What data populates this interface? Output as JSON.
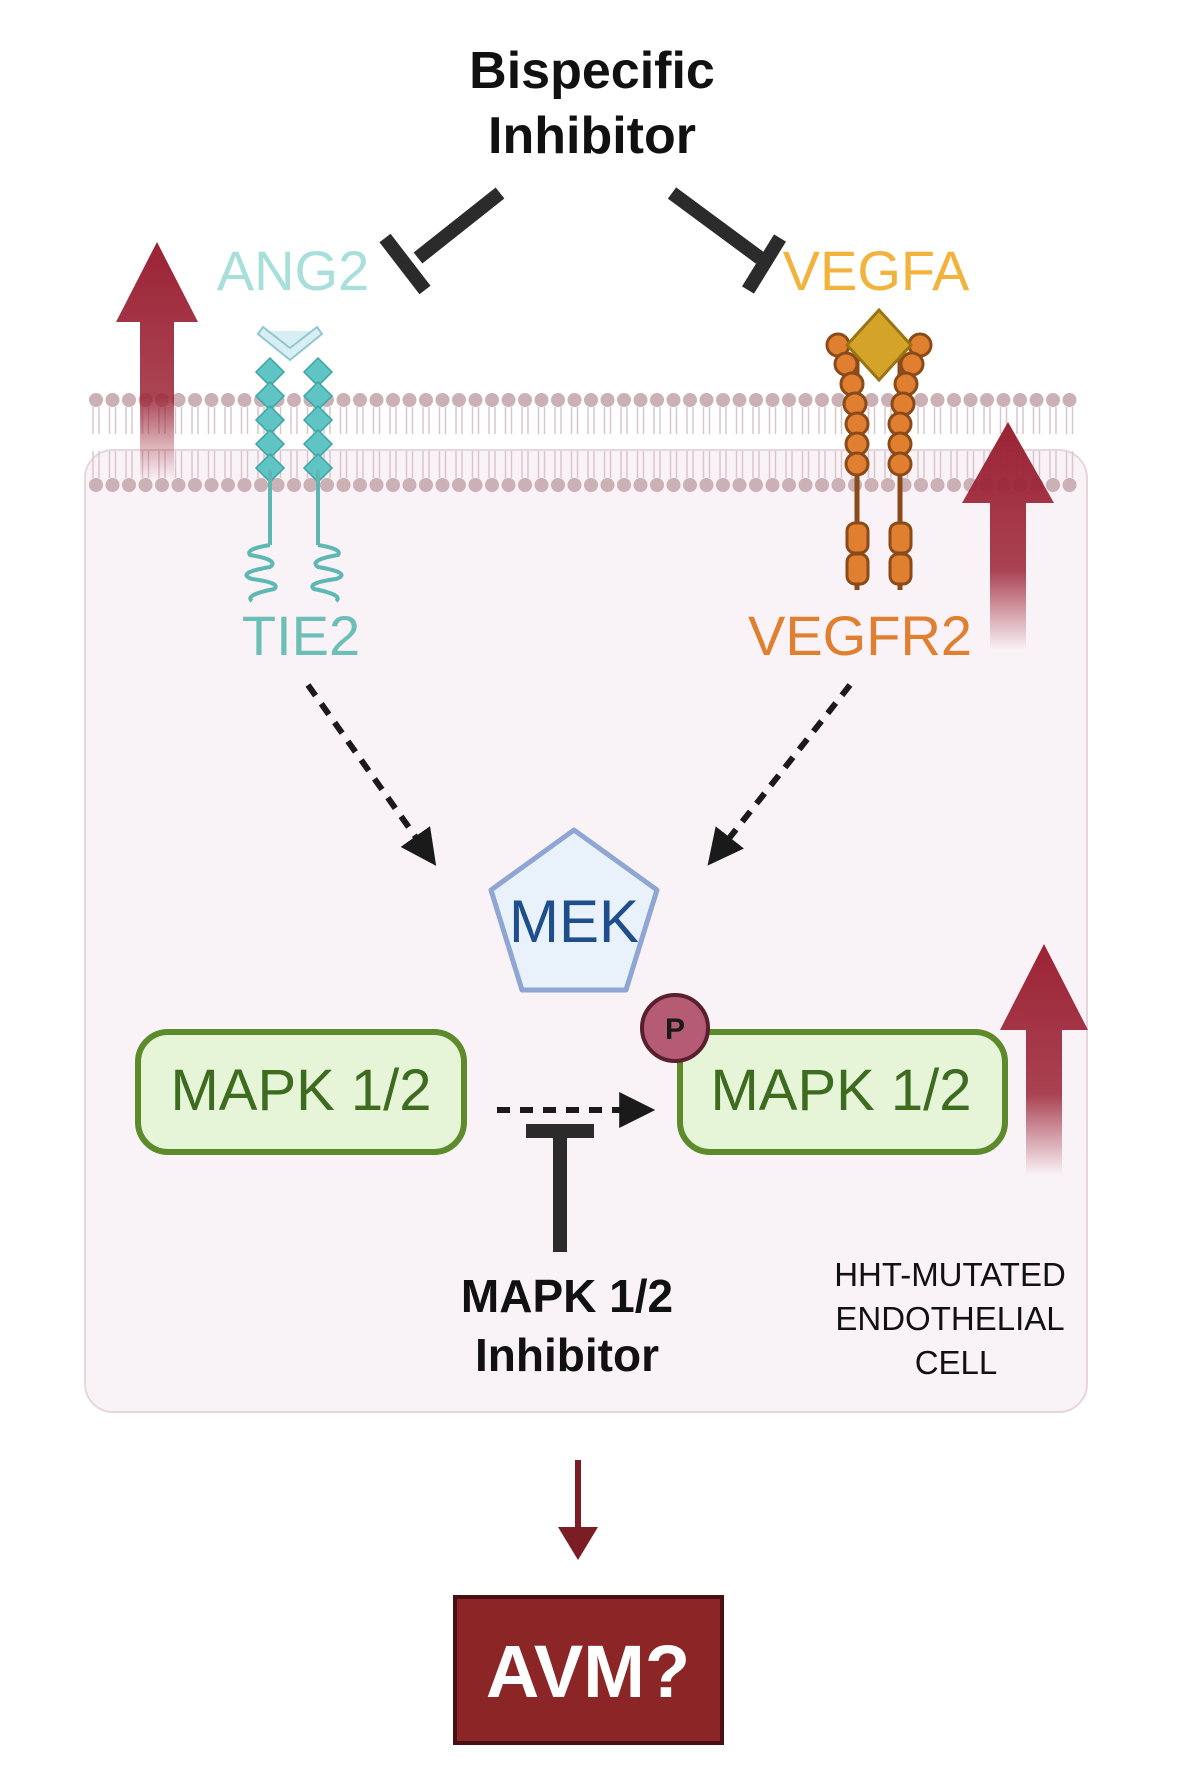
{
  "title": {
    "line1": "Bispecific",
    "line2": "Inhibitor"
  },
  "ligands": {
    "ang2": {
      "label": "ANG2",
      "color": "#a7dfda"
    },
    "vegfa": {
      "label": "VEGFA",
      "color": "#f2b33d"
    }
  },
  "receptors": {
    "tie2": {
      "label": "TIE2",
      "color": "#6bbfb6"
    },
    "vegfr2": {
      "label": "VEGFR2",
      "color": "#e07f2f"
    }
  },
  "mek": {
    "label": "MEK"
  },
  "mapk_left": {
    "label": "MAPK 1/2"
  },
  "mapk_right": {
    "label": "MAPK 1/2"
  },
  "phospho": {
    "label": "P"
  },
  "mapk_inhibitor": {
    "line1": "MAPK 1/2",
    "line2": "Inhibitor"
  },
  "cell_label": {
    "line1": "HHT-MUTATED",
    "line2": "ENDOTHELIAL",
    "line3": "CELL"
  },
  "outcome": {
    "label": "AVM?"
  },
  "colors": {
    "upregulation_arrow": "#9b2335",
    "inhibitor": "#2b2b2b",
    "cell_fill": "#f9f2f6",
    "membrane_head": "#cbb0b6",
    "mek_fill": "#e9f1fb",
    "mek_stroke": "#8fa6d3",
    "mek_text": "#1f4e8c",
    "mapk_fill": "#e6f4d8",
    "mapk_stroke": "#5d8a2a",
    "mapk_text": "#3d6b1f",
    "phospho_fill": "#b65b74",
    "avm_fill": "#8c2626"
  }
}
